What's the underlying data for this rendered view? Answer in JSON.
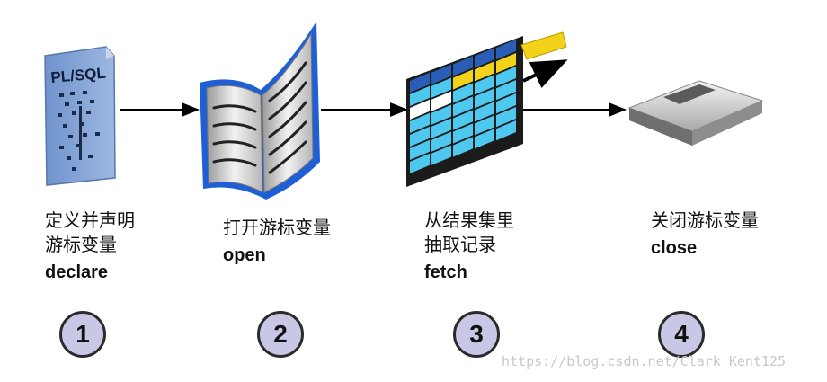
{
  "steps": [
    {
      "icon": "plsql-document-icon",
      "icon_text": "PL/SQL",
      "lines": [
        "定义并声明",
        "游标变量"
      ],
      "keyword": "declare",
      "number": "1"
    },
    {
      "icon": "open-book-icon",
      "lines": [
        "打开游标变量"
      ],
      "keyword": "open",
      "number": "2"
    },
    {
      "icon": "result-table-icon",
      "lines": [
        "从结果集里",
        "抽取记录"
      ],
      "keyword": "fetch",
      "number": "3"
    },
    {
      "icon": "closed-book-icon",
      "lines": [
        "关闭游标变量"
      ],
      "keyword": "close",
      "number": "4"
    }
  ],
  "watermark": "https://blog.csdn.net/Clark_Kent125",
  "colors": {
    "document": "#7e9fd1",
    "book_cover": "#1e5fd6",
    "table_cell": "#4fc8ef",
    "table_header": "#2a5db5",
    "table_highlight": "#f3d21a",
    "badge_fill": "#c8c8e6"
  }
}
